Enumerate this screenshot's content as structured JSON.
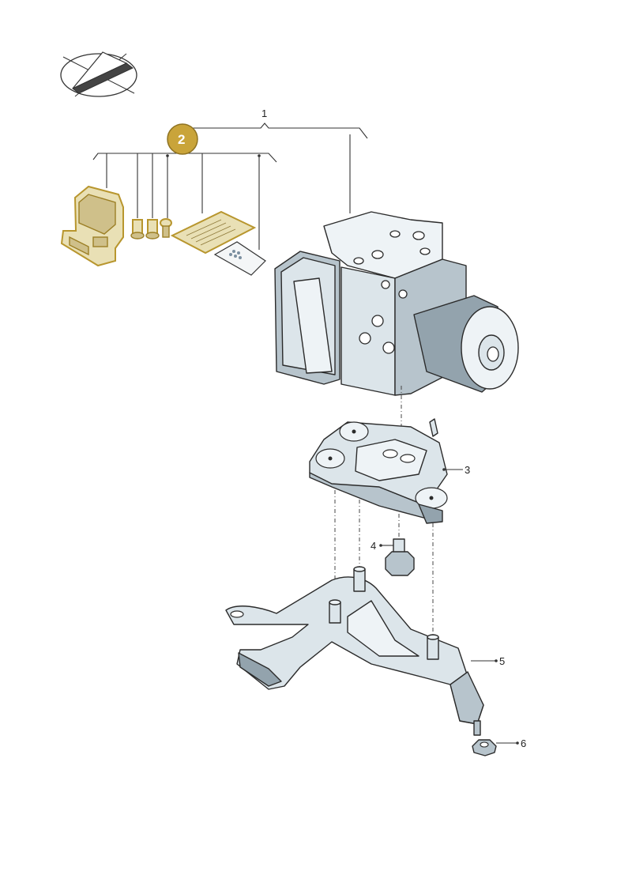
{
  "callouts": {
    "c1": "1",
    "c2": "2",
    "c3": "3",
    "c4": "4",
    "c5": "5",
    "c6": "6"
  },
  "colors": {
    "kit_badge": "#c9a43a",
    "kit_outline": "#b8962e",
    "kit_fill": "#e9e0b5",
    "metal": "#dce5ea"
  },
  "icons": {
    "orientation": "paper-plane-arrow-in-ellipse-icon"
  }
}
